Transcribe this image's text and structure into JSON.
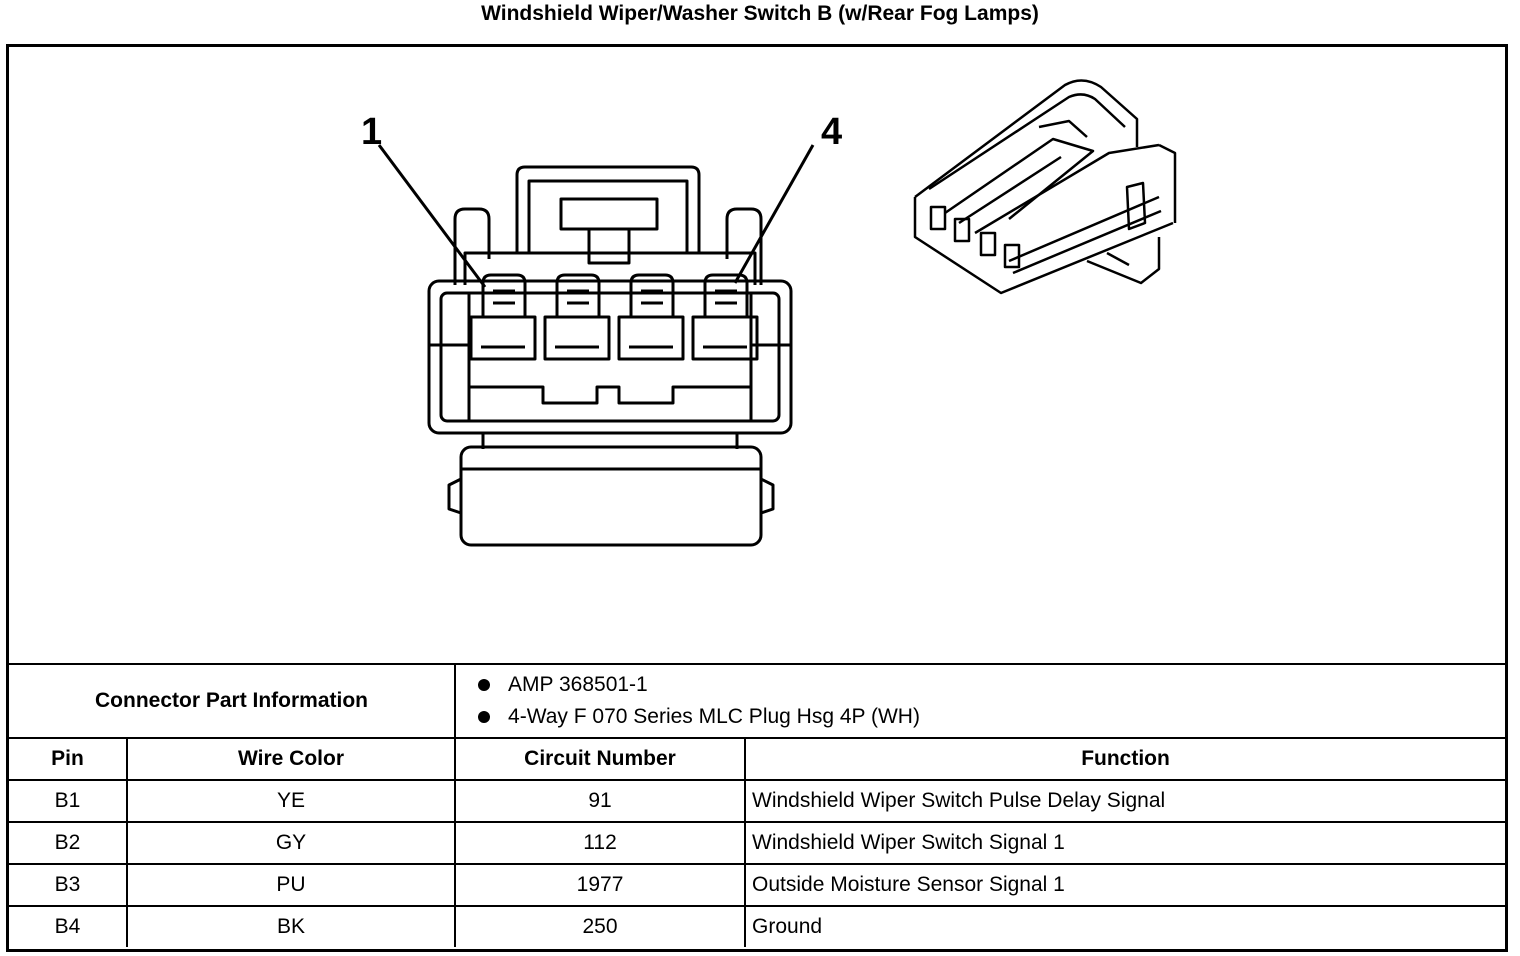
{
  "title": "Windshield Wiper/Washer Switch B (w/Rear Fog Lamps)",
  "connector": {
    "pin_labels": [
      "1",
      "4"
    ]
  },
  "part_info": {
    "label": "Connector Part Information",
    "items": [
      "AMP 368501-1",
      "4-Way F 070 Series MLC Plug Hsg 4P (WH)"
    ]
  },
  "table": {
    "headers": [
      "Pin",
      "Wire Color",
      "Circuit Number",
      "Function"
    ],
    "rows": [
      {
        "pin": "B1",
        "wire": "YE",
        "circuit": "91",
        "function": "Windshield Wiper Switch Pulse Delay Signal"
      },
      {
        "pin": "B2",
        "wire": "GY",
        "circuit": "112",
        "function": "Windshield Wiper Switch Signal 1"
      },
      {
        "pin": "B3",
        "wire": "PU",
        "circuit": "1977",
        "function": "Outside Moisture Sensor Signal 1"
      },
      {
        "pin": "B4",
        "wire": "BK",
        "circuit": "250",
        "function": "Ground"
      }
    ]
  }
}
